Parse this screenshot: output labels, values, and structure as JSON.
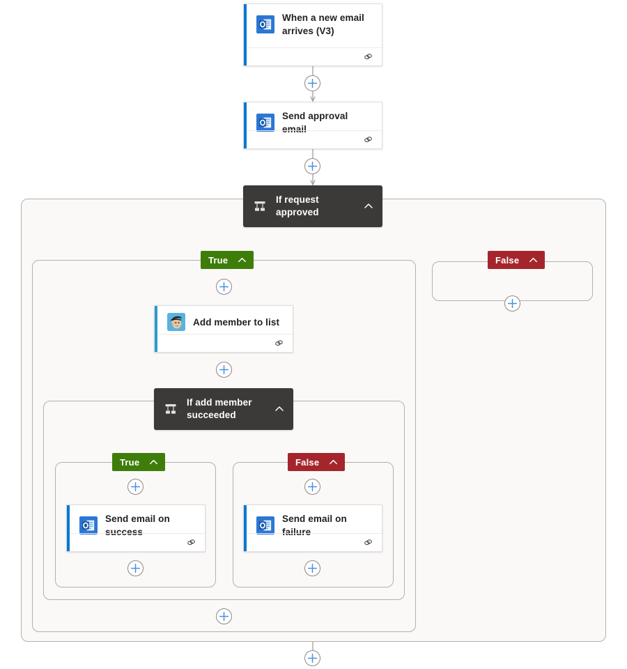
{
  "canvas": {
    "background": "#ffffff",
    "scope_fill": "#faf9f8",
    "scope_border": "#b3b0ad",
    "connector_color": "#a19f9d"
  },
  "colors": {
    "accent_blue": "#0078d4",
    "accent_teal": "#2e9bc4",
    "condition_dark": "#3b3a39",
    "true_green": "#3f7d0a",
    "false_red": "#a4262c",
    "plus_blue": "#4a90e2",
    "card_border": "#e1dfdd",
    "title_text": "#201f1e"
  },
  "nodes": {
    "trigger": {
      "title": "When a new email arrives (V3)",
      "icon": "outlook-icon",
      "accent": "#0078d4",
      "footer_icon": "connection-link-icon"
    },
    "send_approval": {
      "title": "Send approval email",
      "icon": "outlook-icon",
      "accent": "#0078d4",
      "footer_icon": "connection-link-icon"
    },
    "condition_outer": {
      "title": "If request approved",
      "icon": "condition-branch-icon",
      "chevron": "chevron-up-icon"
    },
    "add_member": {
      "title": "Add member to list",
      "icon": "mailchimp-icon",
      "accent": "#2e9bc4",
      "footer_icon": "connection-link-icon"
    },
    "condition_inner": {
      "title": "If add member succeeded",
      "icon": "condition-branch-icon",
      "chevron": "chevron-up-icon"
    },
    "send_success": {
      "title": "Send email on success",
      "icon": "outlook-icon",
      "accent": "#0078d4",
      "footer_icon": "connection-link-icon"
    },
    "send_failure": {
      "title": "Send email on failure",
      "icon": "outlook-icon",
      "accent": "#0078d4",
      "footer_icon": "connection-link-icon"
    }
  },
  "branches": {
    "outer_true": {
      "label": "True",
      "chevron": "chevron-up-icon"
    },
    "outer_false": {
      "label": "False",
      "chevron": "chevron-up-icon"
    },
    "inner_true": {
      "label": "True",
      "chevron": "chevron-up-icon"
    },
    "inner_false": {
      "label": "False",
      "chevron": "chevron-up-icon"
    }
  },
  "add_buttons": {
    "after_trigger": "add-step-icon",
    "after_send_approval": "add-step-icon",
    "outer_true_top": "add-step-icon",
    "outer_false_empty": "add-step-icon",
    "after_add_member": "add-step-icon",
    "inner_true_top": "add-step-icon",
    "inner_true_bottom": "add-step-icon",
    "inner_false_top": "add-step-icon",
    "inner_false_bottom": "add-step-icon",
    "outer_true_bottom": "add-step-icon",
    "flow_bottom": "add-step-icon"
  }
}
